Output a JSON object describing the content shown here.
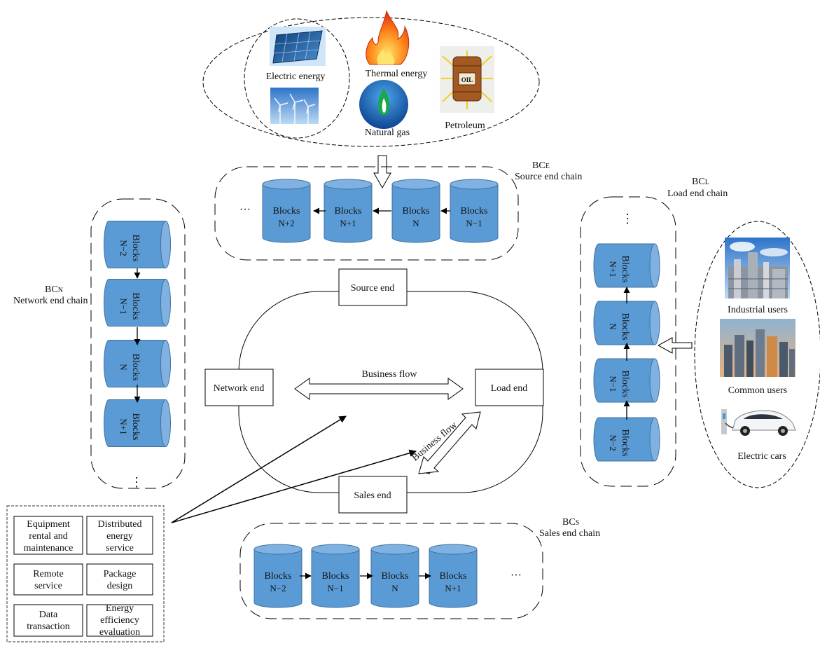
{
  "energy_sources": {
    "electric_label": "Electric energy",
    "thermal_label": "Thermal energy",
    "gas_label": "Natural gas",
    "petroleum_label": "Petroleum",
    "barrel_text": "OIL"
  },
  "chains": {
    "source": {
      "code": "BC",
      "sub": "E",
      "name": "Source end chain",
      "more": "···",
      "blocks": [
        {
          "title": "Blocks",
          "sub": "N+2"
        },
        {
          "title": "Blocks",
          "sub": "N+1"
        },
        {
          "title": "Blocks",
          "sub": "N"
        },
        {
          "title": "Blocks",
          "sub": "N−1"
        }
      ]
    },
    "network": {
      "code": "BC",
      "sub": "N",
      "name": "Network end chain",
      "more": "⋮",
      "blocks": [
        {
          "title": "Blocks",
          "sub": "N−2"
        },
        {
          "title": "Blocks",
          "sub": "N−1"
        },
        {
          "title": "Blocks",
          "sub": "N"
        },
        {
          "title": "Blocks",
          "sub": "N+1"
        }
      ]
    },
    "load": {
      "code": "BC",
      "sub": "L",
      "name": "Load end chain",
      "more": "⋮",
      "blocks": [
        {
          "title": "Blocks",
          "sub": "N+1"
        },
        {
          "title": "Blocks",
          "sub": "N"
        },
        {
          "title": "Blocks",
          "sub": "N−1"
        },
        {
          "title": "Blocks",
          "sub": "N−2"
        }
      ]
    },
    "sales": {
      "code": "BC",
      "sub": "S",
      "name": "Sales end chain",
      "more": "···",
      "blocks": [
        {
          "title": "Blocks",
          "sub": "N−2"
        },
        {
          "title": "Blocks",
          "sub": "N−1"
        },
        {
          "title": "Blocks",
          "sub": "N"
        },
        {
          "title": "Blocks",
          "sub": "N+1"
        }
      ]
    }
  },
  "ends": {
    "source": "Source end",
    "network": "Network end",
    "load": "Load end",
    "sales": "Sales end"
  },
  "flows": {
    "horizontal": "Business flow",
    "diagonal": "Business flow"
  },
  "users": {
    "industrial": "Industrial users",
    "common": "Common users",
    "cars": "Electric cars"
  },
  "services": {
    "equipment": [
      "Equipment",
      "rental and",
      "maintenance"
    ],
    "distributed": [
      "Distributed",
      "energy",
      "service"
    ],
    "remote": [
      "Remote",
      "service"
    ],
    "package": [
      "Package",
      "design"
    ],
    "data": [
      "Data",
      "transaction"
    ],
    "efficiency": [
      "Energy",
      "efficiency",
      "evaluation"
    ]
  },
  "colors": {
    "block_fill": "#5b9bd5",
    "block_top": "#7fb2e2",
    "block_stroke": "#41719c"
  }
}
